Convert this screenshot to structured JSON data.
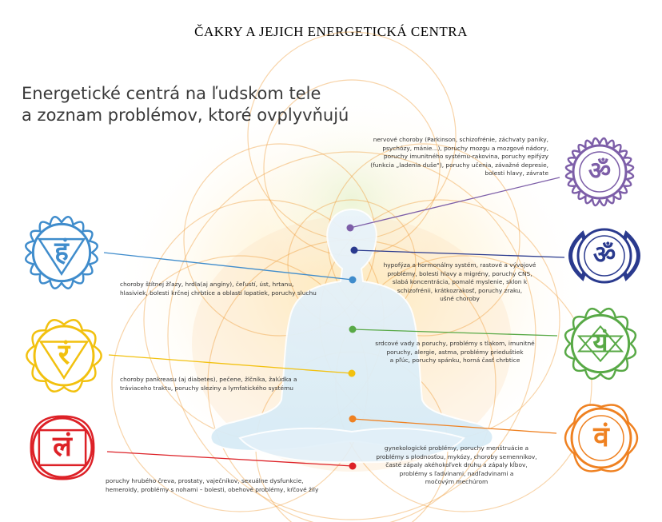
{
  "page_title": "ČAKRY A JEJICH ENERGETICKÁ CENTRA",
  "heading": {
    "line1": "Energetické centrá na ľudskom tele",
    "line2": "a zoznam problémov, ktoré ovplyvňujú"
  },
  "chakras": [
    {
      "id": "crown",
      "glyph": "ॐ",
      "color": "#7d5ea8",
      "lines": [
        "nervové choroby (Parkinson, schizofrénie, záchvaty paniky,",
        "psychózy, mánie...), poruchy mozgu a mozgové nádory,",
        "poruchy imunitného systému-rakovina, poruchy epifýzy",
        "(funkcia „ladenia duše\"), poruchy učenia, závažné depresie,",
        "bolesti hlavy, závrate"
      ]
    },
    {
      "id": "third-eye",
      "glyph": "ॐ",
      "color": "#2a3a8e",
      "lines": [
        "hypofýza a hormonálny systém, rastové a vývojové",
        "problémy, bolesti hlavy a migrény, poruchy CNS,",
        "slabá koncentrácia, pomalé myslenie, sklon k",
        "schizofrénii, krátkozrakosť, poruchy zraku,",
        "ušné choroby"
      ]
    },
    {
      "id": "throat",
      "glyph": "हं",
      "color": "#3f8ccc",
      "lines": [
        "choroby štítnej žľazy, hrdla(aj angíny), čeľustí, úst, hrtanu,",
        "hlasiviek, bolesti krčnej chrbtice a oblasti lopatiek, poruchy sluchu"
      ]
    },
    {
      "id": "heart",
      "glyph": "यं",
      "color": "#58a946",
      "lines": [
        "srdcové vady a poruchy, problémy s tlakom, imunitné",
        "poruchy, alergie, astma, problémy prieduštiek",
        "a pľúc, poruchy spánku, horná časť chrbtice"
      ]
    },
    {
      "id": "solar-plexus",
      "glyph": "रं",
      "color": "#f2c10f",
      "lines": [
        "choroby pankreasu (aj diabetes), pečene, žlčníka, žalúdka a",
        "tráviaceho traktu, poruchy sleziny a lymfatického systému"
      ]
    },
    {
      "id": "sacral",
      "glyph": "वं",
      "color": "#ef8121",
      "lines": [
        "gynekologické problémy, poruchy menštruácie a",
        "problémy s plodnosťou, mykózy, choroby semenníkov,",
        "časté zápaly akéhokoľvek druhu a zápaly kĺbov,",
        "problémy s ľadvinami, nadľadvinami a",
        "močovým mechúrom"
      ]
    },
    {
      "id": "root",
      "glyph": "लं",
      "color": "#dd2127",
      "lines": [
        "poruchy hrubého čreva, prostaty, vaječníkov, sexuálne dysfunkcie,",
        "hemeroidy, problémy s nohami – bolesti, obehové problémy, kŕčové žily"
      ]
    }
  ]
}
